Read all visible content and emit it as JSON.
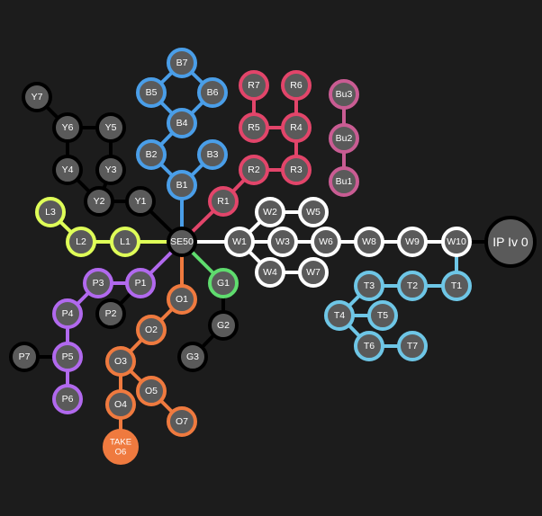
{
  "colors": {
    "background": "#1c1c1c",
    "node_fill": "#5a5a5a",
    "black": "#000000",
    "blue": "#4a9ee8",
    "red": "#e2456a",
    "pink": "#c95c93",
    "white": "#ffffff",
    "lime": "#dfff58",
    "purple": "#b169ee",
    "orange": "#ef7a3f",
    "green": "#5fdc6e",
    "cyan": "#6ec6e6",
    "take_fill": "#ef7a3f"
  },
  "nodes": [
    {
      "id": "SE50",
      "label": "SE50",
      "color": "black"
    },
    {
      "id": "Y1",
      "label": "Y1",
      "color": "black"
    },
    {
      "id": "Y2",
      "label": "Y2",
      "color": "black"
    },
    {
      "id": "Y3",
      "label": "Y3",
      "color": "black"
    },
    {
      "id": "Y4",
      "label": "Y4",
      "color": "black"
    },
    {
      "id": "Y5",
      "label": "Y5",
      "color": "black"
    },
    {
      "id": "Y6",
      "label": "Y6",
      "color": "black"
    },
    {
      "id": "Y7",
      "label": "Y7",
      "color": "black"
    },
    {
      "id": "B1",
      "label": "B1",
      "color": "blue"
    },
    {
      "id": "B2",
      "label": "B2",
      "color": "blue"
    },
    {
      "id": "B3",
      "label": "B3",
      "color": "blue"
    },
    {
      "id": "B4",
      "label": "B4",
      "color": "blue"
    },
    {
      "id": "B5",
      "label": "B5",
      "color": "blue"
    },
    {
      "id": "B6",
      "label": "B6",
      "color": "blue"
    },
    {
      "id": "B7",
      "label": "B7",
      "color": "blue"
    },
    {
      "id": "R1",
      "label": "R1",
      "color": "red"
    },
    {
      "id": "R2",
      "label": "R2",
      "color": "red"
    },
    {
      "id": "R3",
      "label": "R3",
      "color": "red"
    },
    {
      "id": "R4",
      "label": "R4",
      "color": "red"
    },
    {
      "id": "R5",
      "label": "R5",
      "color": "red"
    },
    {
      "id": "R6",
      "label": "R6",
      "color": "red"
    },
    {
      "id": "R7",
      "label": "R7",
      "color": "red"
    },
    {
      "id": "Bu1",
      "label": "Bu1",
      "color": "pink"
    },
    {
      "id": "Bu2",
      "label": "Bu2",
      "color": "pink"
    },
    {
      "id": "Bu3",
      "label": "Bu3",
      "color": "pink"
    },
    {
      "id": "W1",
      "label": "W1",
      "color": "white"
    },
    {
      "id": "W2",
      "label": "W2",
      "color": "white"
    },
    {
      "id": "W3",
      "label": "W3",
      "color": "white"
    },
    {
      "id": "W4",
      "label": "W4",
      "color": "white"
    },
    {
      "id": "W5",
      "label": "W5",
      "color": "white"
    },
    {
      "id": "W6",
      "label": "W6",
      "color": "white"
    },
    {
      "id": "W7",
      "label": "W7",
      "color": "white"
    },
    {
      "id": "W8",
      "label": "W8",
      "color": "white"
    },
    {
      "id": "W9",
      "label": "W9",
      "color": "white"
    },
    {
      "id": "W10",
      "label": "W10",
      "color": "white"
    },
    {
      "id": "IPIV0",
      "label": "IP Iv 0",
      "color": "black",
      "big": true
    },
    {
      "id": "T1",
      "label": "T1",
      "color": "cyan"
    },
    {
      "id": "T2",
      "label": "T2",
      "color": "cyan"
    },
    {
      "id": "T3",
      "label": "T3",
      "color": "cyan"
    },
    {
      "id": "T4",
      "label": "T4",
      "color": "cyan"
    },
    {
      "id": "T5",
      "label": "T5",
      "color": "cyan"
    },
    {
      "id": "T6",
      "label": "T6",
      "color": "cyan"
    },
    {
      "id": "T7",
      "label": "T7",
      "color": "cyan"
    },
    {
      "id": "L1",
      "label": "L1",
      "color": "lime"
    },
    {
      "id": "L2",
      "label": "L2",
      "color": "lime"
    },
    {
      "id": "L3",
      "label": "L3",
      "color": "lime"
    },
    {
      "id": "G1",
      "label": "G1",
      "color": "green"
    },
    {
      "id": "G2",
      "label": "G2",
      "color": "black"
    },
    {
      "id": "G3",
      "label": "G3",
      "color": "black"
    },
    {
      "id": "P1",
      "label": "P1",
      "color": "purple"
    },
    {
      "id": "P2",
      "label": "P2",
      "color": "black"
    },
    {
      "id": "P3",
      "label": "P3",
      "color": "purple"
    },
    {
      "id": "P4",
      "label": "P4",
      "color": "purple"
    },
    {
      "id": "P5",
      "label": "P5",
      "color": "purple"
    },
    {
      "id": "P6",
      "label": "P6",
      "color": "purple"
    },
    {
      "id": "P7",
      "label": "P7",
      "color": "black"
    },
    {
      "id": "O1",
      "label": "O1",
      "color": "orange"
    },
    {
      "id": "O2",
      "label": "O2",
      "color": "orange"
    },
    {
      "id": "O3",
      "label": "O3",
      "color": "orange"
    },
    {
      "id": "O4",
      "label": "O4",
      "color": "orange"
    },
    {
      "id": "O5",
      "label": "O5",
      "color": "orange"
    },
    {
      "id": "O6",
      "label": "TAKE\nO6",
      "color": "orange",
      "filled": true
    },
    {
      "id": "O7",
      "label": "O7",
      "color": "orange"
    }
  ],
  "edges": [
    {
      "from": "SE50",
      "to": "Y1",
      "color": "black"
    },
    {
      "from": "Y1",
      "to": "Y2",
      "color": "black"
    },
    {
      "from": "Y2",
      "to": "Y3",
      "color": "black"
    },
    {
      "from": "Y2",
      "to": "Y4",
      "color": "black"
    },
    {
      "from": "Y3",
      "to": "Y5",
      "color": "black"
    },
    {
      "from": "Y4",
      "to": "Y6",
      "color": "black"
    },
    {
      "from": "Y6",
      "to": "Y5",
      "color": "black"
    },
    {
      "from": "Y6",
      "to": "Y7",
      "color": "black"
    },
    {
      "from": "SE50",
      "to": "B1",
      "color": "blue"
    },
    {
      "from": "B1",
      "to": "B2",
      "color": "blue"
    },
    {
      "from": "B1",
      "to": "B3",
      "color": "blue"
    },
    {
      "from": "B2",
      "to": "B4",
      "color": "blue"
    },
    {
      "from": "B4",
      "to": "B5",
      "color": "blue"
    },
    {
      "from": "B4",
      "to": "B6",
      "color": "blue"
    },
    {
      "from": "B5",
      "to": "B7",
      "color": "blue"
    },
    {
      "from": "B6",
      "to": "B7",
      "color": "blue"
    },
    {
      "from": "SE50",
      "to": "R1",
      "color": "red"
    },
    {
      "from": "R1",
      "to": "R2",
      "color": "red"
    },
    {
      "from": "R2",
      "to": "R3",
      "color": "red"
    },
    {
      "from": "R3",
      "to": "R4",
      "color": "red"
    },
    {
      "from": "R4",
      "to": "R5",
      "color": "red"
    },
    {
      "from": "R5",
      "to": "R7",
      "color": "red"
    },
    {
      "from": "R4",
      "to": "R6",
      "color": "red"
    },
    {
      "from": "Bu1",
      "to": "Bu2",
      "color": "pink"
    },
    {
      "from": "Bu2",
      "to": "Bu3",
      "color": "pink"
    },
    {
      "from": "SE50",
      "to": "W1",
      "color": "white"
    },
    {
      "from": "W1",
      "to": "W2",
      "color": "white"
    },
    {
      "from": "W2",
      "to": "W5",
      "color": "white"
    },
    {
      "from": "W1",
      "to": "W3",
      "color": "white"
    },
    {
      "from": "W3",
      "to": "W6",
      "color": "white"
    },
    {
      "from": "W6",
      "to": "W8",
      "color": "white"
    },
    {
      "from": "W8",
      "to": "W9",
      "color": "white"
    },
    {
      "from": "W9",
      "to": "W10",
      "color": "white"
    },
    {
      "from": "W1",
      "to": "W4",
      "color": "white"
    },
    {
      "from": "W4",
      "to": "W7",
      "color": "white"
    },
    {
      "from": "W10",
      "to": "IPIV0",
      "color": "black"
    },
    {
      "from": "W10",
      "to": "T1",
      "color": "cyan"
    },
    {
      "from": "T1",
      "to": "T2",
      "color": "cyan"
    },
    {
      "from": "T2",
      "to": "T3",
      "color": "cyan"
    },
    {
      "from": "T3",
      "to": "T4",
      "color": "cyan"
    },
    {
      "from": "T4",
      "to": "T5",
      "color": "cyan"
    },
    {
      "from": "T4",
      "to": "T6",
      "color": "cyan"
    },
    {
      "from": "T6",
      "to": "T7",
      "color": "cyan"
    },
    {
      "from": "SE50",
      "to": "L1",
      "color": "lime"
    },
    {
      "from": "L1",
      "to": "L2",
      "color": "lime"
    },
    {
      "from": "L2",
      "to": "L3",
      "color": "lime"
    },
    {
      "from": "SE50",
      "to": "G1",
      "color": "green"
    },
    {
      "from": "G1",
      "to": "G2",
      "color": "black"
    },
    {
      "from": "G2",
      "to": "G3",
      "color": "black"
    },
    {
      "from": "SE50",
      "to": "P1",
      "color": "purple"
    },
    {
      "from": "P1",
      "to": "P2",
      "color": "black"
    },
    {
      "from": "P1",
      "to": "P3",
      "color": "purple"
    },
    {
      "from": "P3",
      "to": "P4",
      "color": "purple"
    },
    {
      "from": "P4",
      "to": "P5",
      "color": "purple"
    },
    {
      "from": "P5",
      "to": "P6",
      "color": "purple"
    },
    {
      "from": "P5",
      "to": "P7",
      "color": "black"
    },
    {
      "from": "SE50",
      "to": "O1",
      "color": "orange"
    },
    {
      "from": "O1",
      "to": "O2",
      "color": "orange"
    },
    {
      "from": "O2",
      "to": "O3",
      "color": "orange"
    },
    {
      "from": "O3",
      "to": "O4",
      "color": "orange"
    },
    {
      "from": "O4",
      "to": "O6",
      "color": "orange"
    },
    {
      "from": "O3",
      "to": "O5",
      "color": "orange"
    },
    {
      "from": "O5",
      "to": "O7",
      "color": "orange"
    }
  ]
}
